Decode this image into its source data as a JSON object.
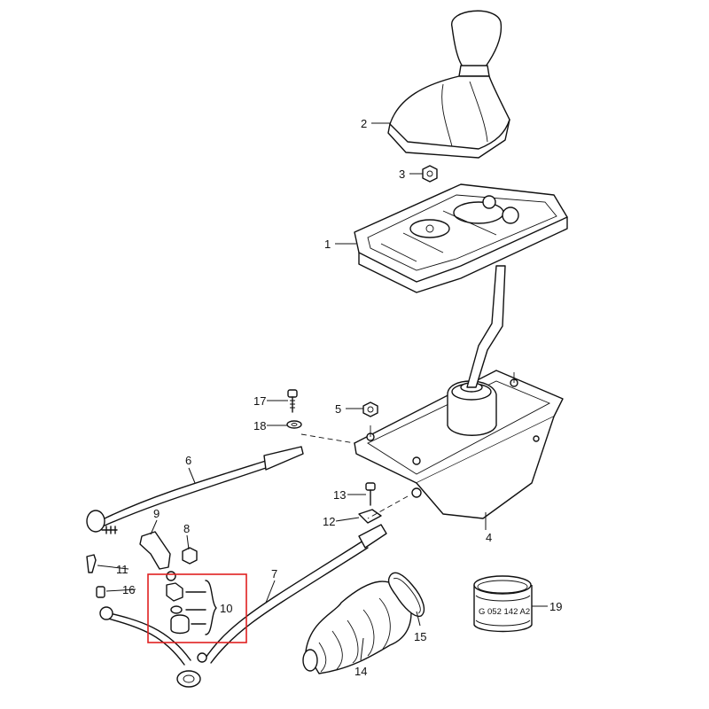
{
  "labels": {
    "p1": "1",
    "p2": "2",
    "p3": "3",
    "p4": "4",
    "p5": "5",
    "p6": "6",
    "p7": "7",
    "p8": "8",
    "p9": "9",
    "p10": "10",
    "p11": "11",
    "p12": "12",
    "p13": "13",
    "p14": "14",
    "p15": "15",
    "p16": "16",
    "p17": "17",
    "p18": "18",
    "p19": "19"
  },
  "part_code": "G 052 142 A2",
  "highlight_color": "#e02020"
}
